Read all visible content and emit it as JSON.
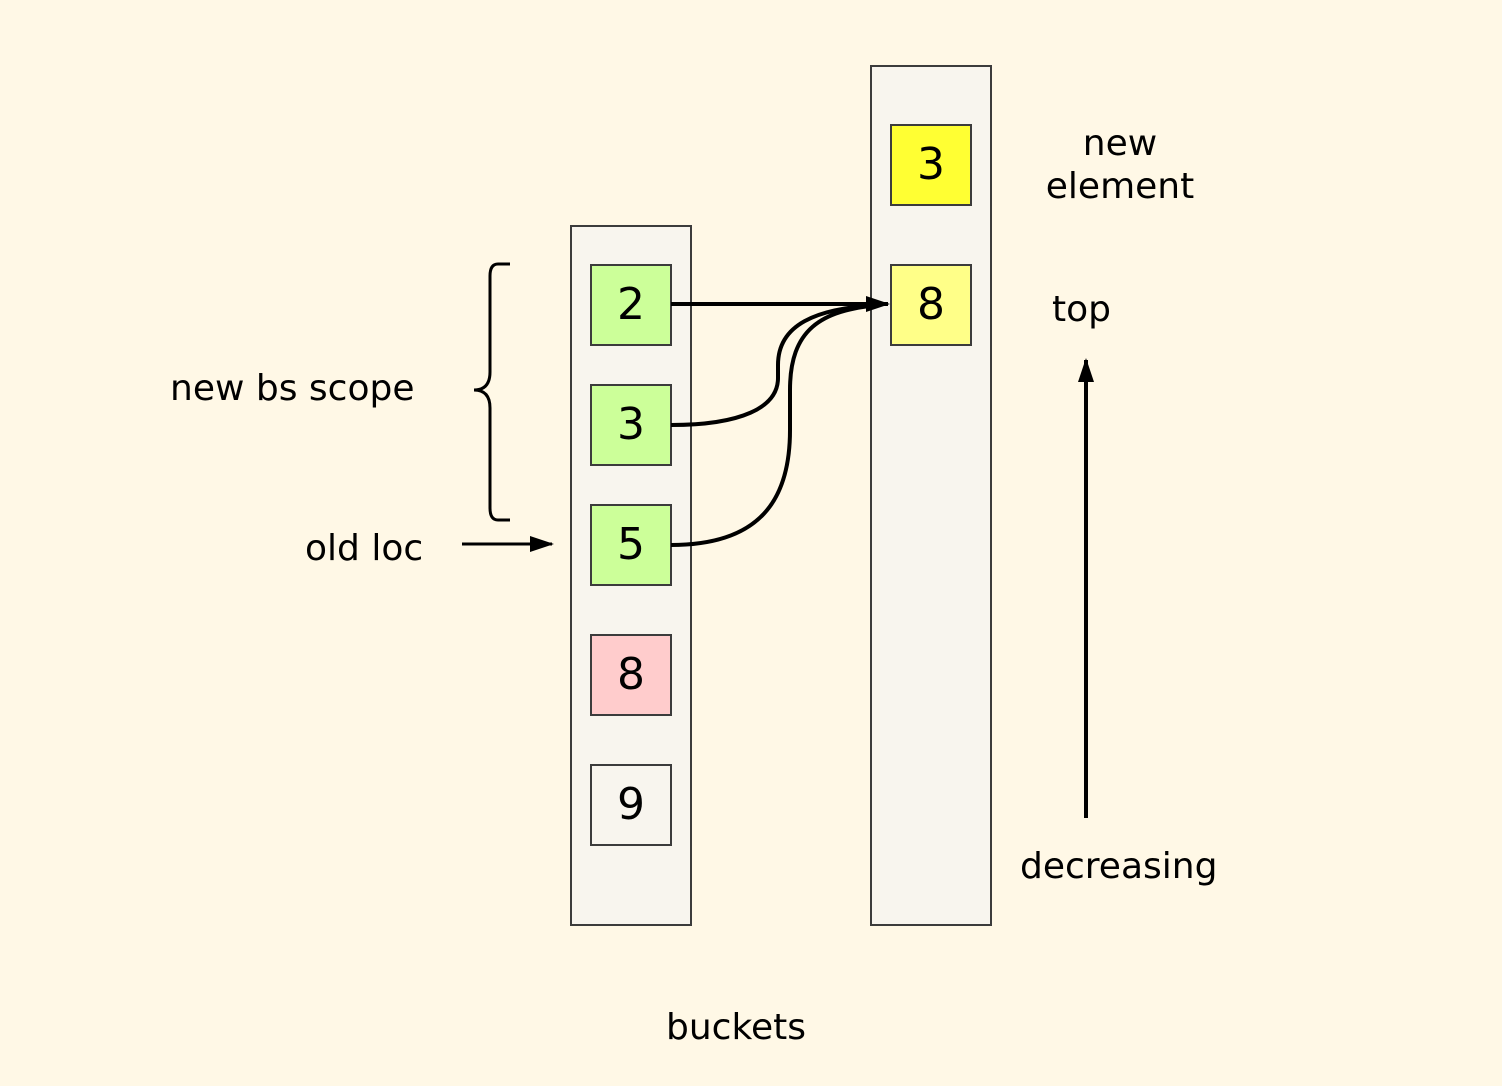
{
  "left_bucket": {
    "cells": [
      {
        "value": "2",
        "color": "#ccff99",
        "state": "in-scope"
      },
      {
        "value": "3",
        "color": "#ccff99",
        "state": "in-scope"
      },
      {
        "value": "5",
        "color": "#ccff99",
        "state": "old-loc"
      },
      {
        "value": "8",
        "color": "#ffcccc",
        "state": "removed"
      },
      {
        "value": "9",
        "color": "#f8f5ee",
        "state": "normal"
      }
    ]
  },
  "right_bucket": {
    "cells": [
      {
        "value": "3",
        "color": "#ffff33",
        "state": "new-element"
      },
      {
        "value": "8",
        "color": "#ffff88",
        "state": "top"
      }
    ]
  },
  "labels": {
    "new_element_line1": "new",
    "new_element_line2": "element",
    "top": "top",
    "decreasing": "decreasing",
    "new_bs_scope": "new bs scope",
    "old_loc": "old loc",
    "buckets": "buckets"
  },
  "connections": [
    {
      "from": "left.2",
      "to": "right.8",
      "style": "straight"
    },
    {
      "from": "left.3",
      "to": "right.8",
      "style": "curve"
    },
    {
      "from": "left.5",
      "to": "right.8",
      "style": "curve"
    }
  ]
}
